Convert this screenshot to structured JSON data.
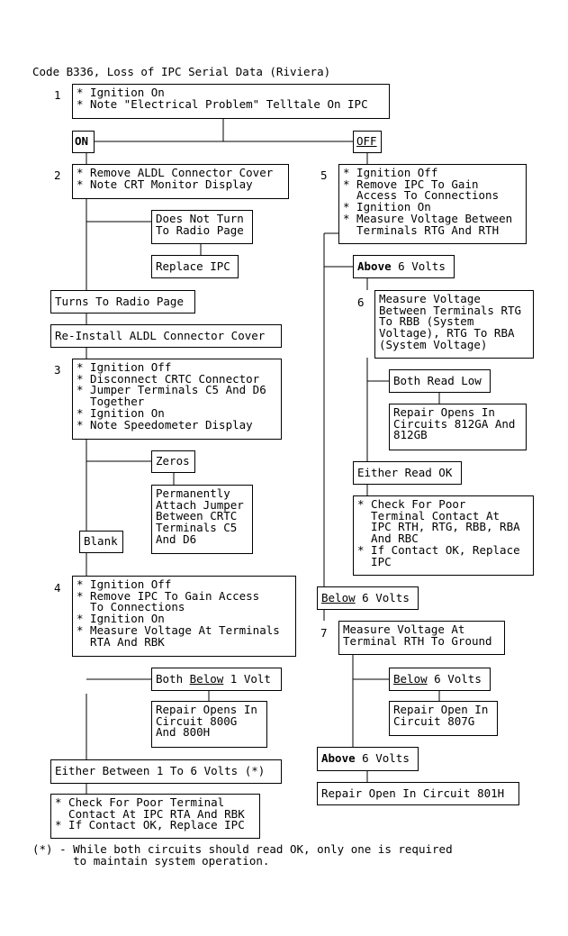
{
  "title": "Code B336, Loss of IPC Serial Data (Riviera)",
  "steps": {
    "s1": {
      "num": "1",
      "text": "* Ignition On\n* Note \"Electrical Problem\" Telltale On IPC"
    },
    "s2": {
      "num": "2",
      "text": "* Remove ALDL Connector Cover\n* Note CRT Monitor Display"
    },
    "s3": {
      "num": "3",
      "text": "* Ignition Off\n* Disconnect CRTC Connector\n* Jumper Terminals C5 And D6\n  Together\n* Ignition On\n* Note Speedometer Display"
    },
    "s4": {
      "num": "4",
      "text": "* Ignition Off\n* Remove IPC To Gain Access\n  To Connections\n* Ignition On\n* Measure Voltage At Terminals\n  RTA And RBK"
    },
    "s5": {
      "num": "5",
      "text": "* Ignition Off\n* Remove IPC To Gain\n  Access To Connections\n* Ignition On\n* Measure Voltage Between\n  Terminals RTG And RTH"
    },
    "s6": {
      "num": "6",
      "text": "Measure Voltage\nBetween Terminals RTG\nTo RBB (System\nVoltage), RTG To RBA\n(System Voltage)"
    },
    "s7": {
      "num": "7",
      "text": "Measure Voltage At\nTerminal RTH To Ground"
    }
  },
  "labels": {
    "on": "ON",
    "off": "OFF",
    "does_not_turn": "Does Not Turn\nTo Radio Page",
    "replace_ipc": "Replace IPC",
    "turns_to_radio": "Turns To Radio Page",
    "reinstall": "Re-Install ALDL Connector Cover",
    "zeros": "Zeros",
    "permanently": "Permanently\nAttach Jumper\nBetween CRTC\nTerminals C5\nAnd D6",
    "blank": "Blank",
    "both_below_pre": "Both ",
    "both_below_u": "Below",
    "both_below_post": " 1 Volt",
    "repair_800": "Repair Opens In\nCircuit 800G\nAnd 800H",
    "either_between": "Either Between 1 To 6 Volts (*)",
    "check_poor_rta": "* Check For Poor Terminal\n  Contact At IPC RTA And RBK\n* If Contact OK, Replace IPC",
    "above6_a_b": "Above",
    "above6_a_rest": " 6 Volts",
    "both_read_low": "Both Read Low",
    "repair_812": "Repair Opens In\nCircuits 812GA And\n812GB",
    "either_read_ok": "Either Read OK",
    "check_poor_rth": "* Check For Poor\n  Terminal Contact At\n  IPC RTH, RTG, RBB, RBA\n  And RBC\n* If Contact OK, Replace\n  IPC",
    "below6_a_u": "Below",
    "below6_a_rest": " 6 Volts",
    "below6_b_u": "Below",
    "below6_b_rest": " 6 Volts",
    "repair_807": "Repair Open In\nCircuit 807G",
    "above6_b_b": "Above",
    "above6_b_rest": " 6 Volts",
    "repair_801": "Repair Open In Circuit 801H"
  },
  "footnote": "(*) - While both circuits should read OK, only one is required\n      to maintain system operation."
}
